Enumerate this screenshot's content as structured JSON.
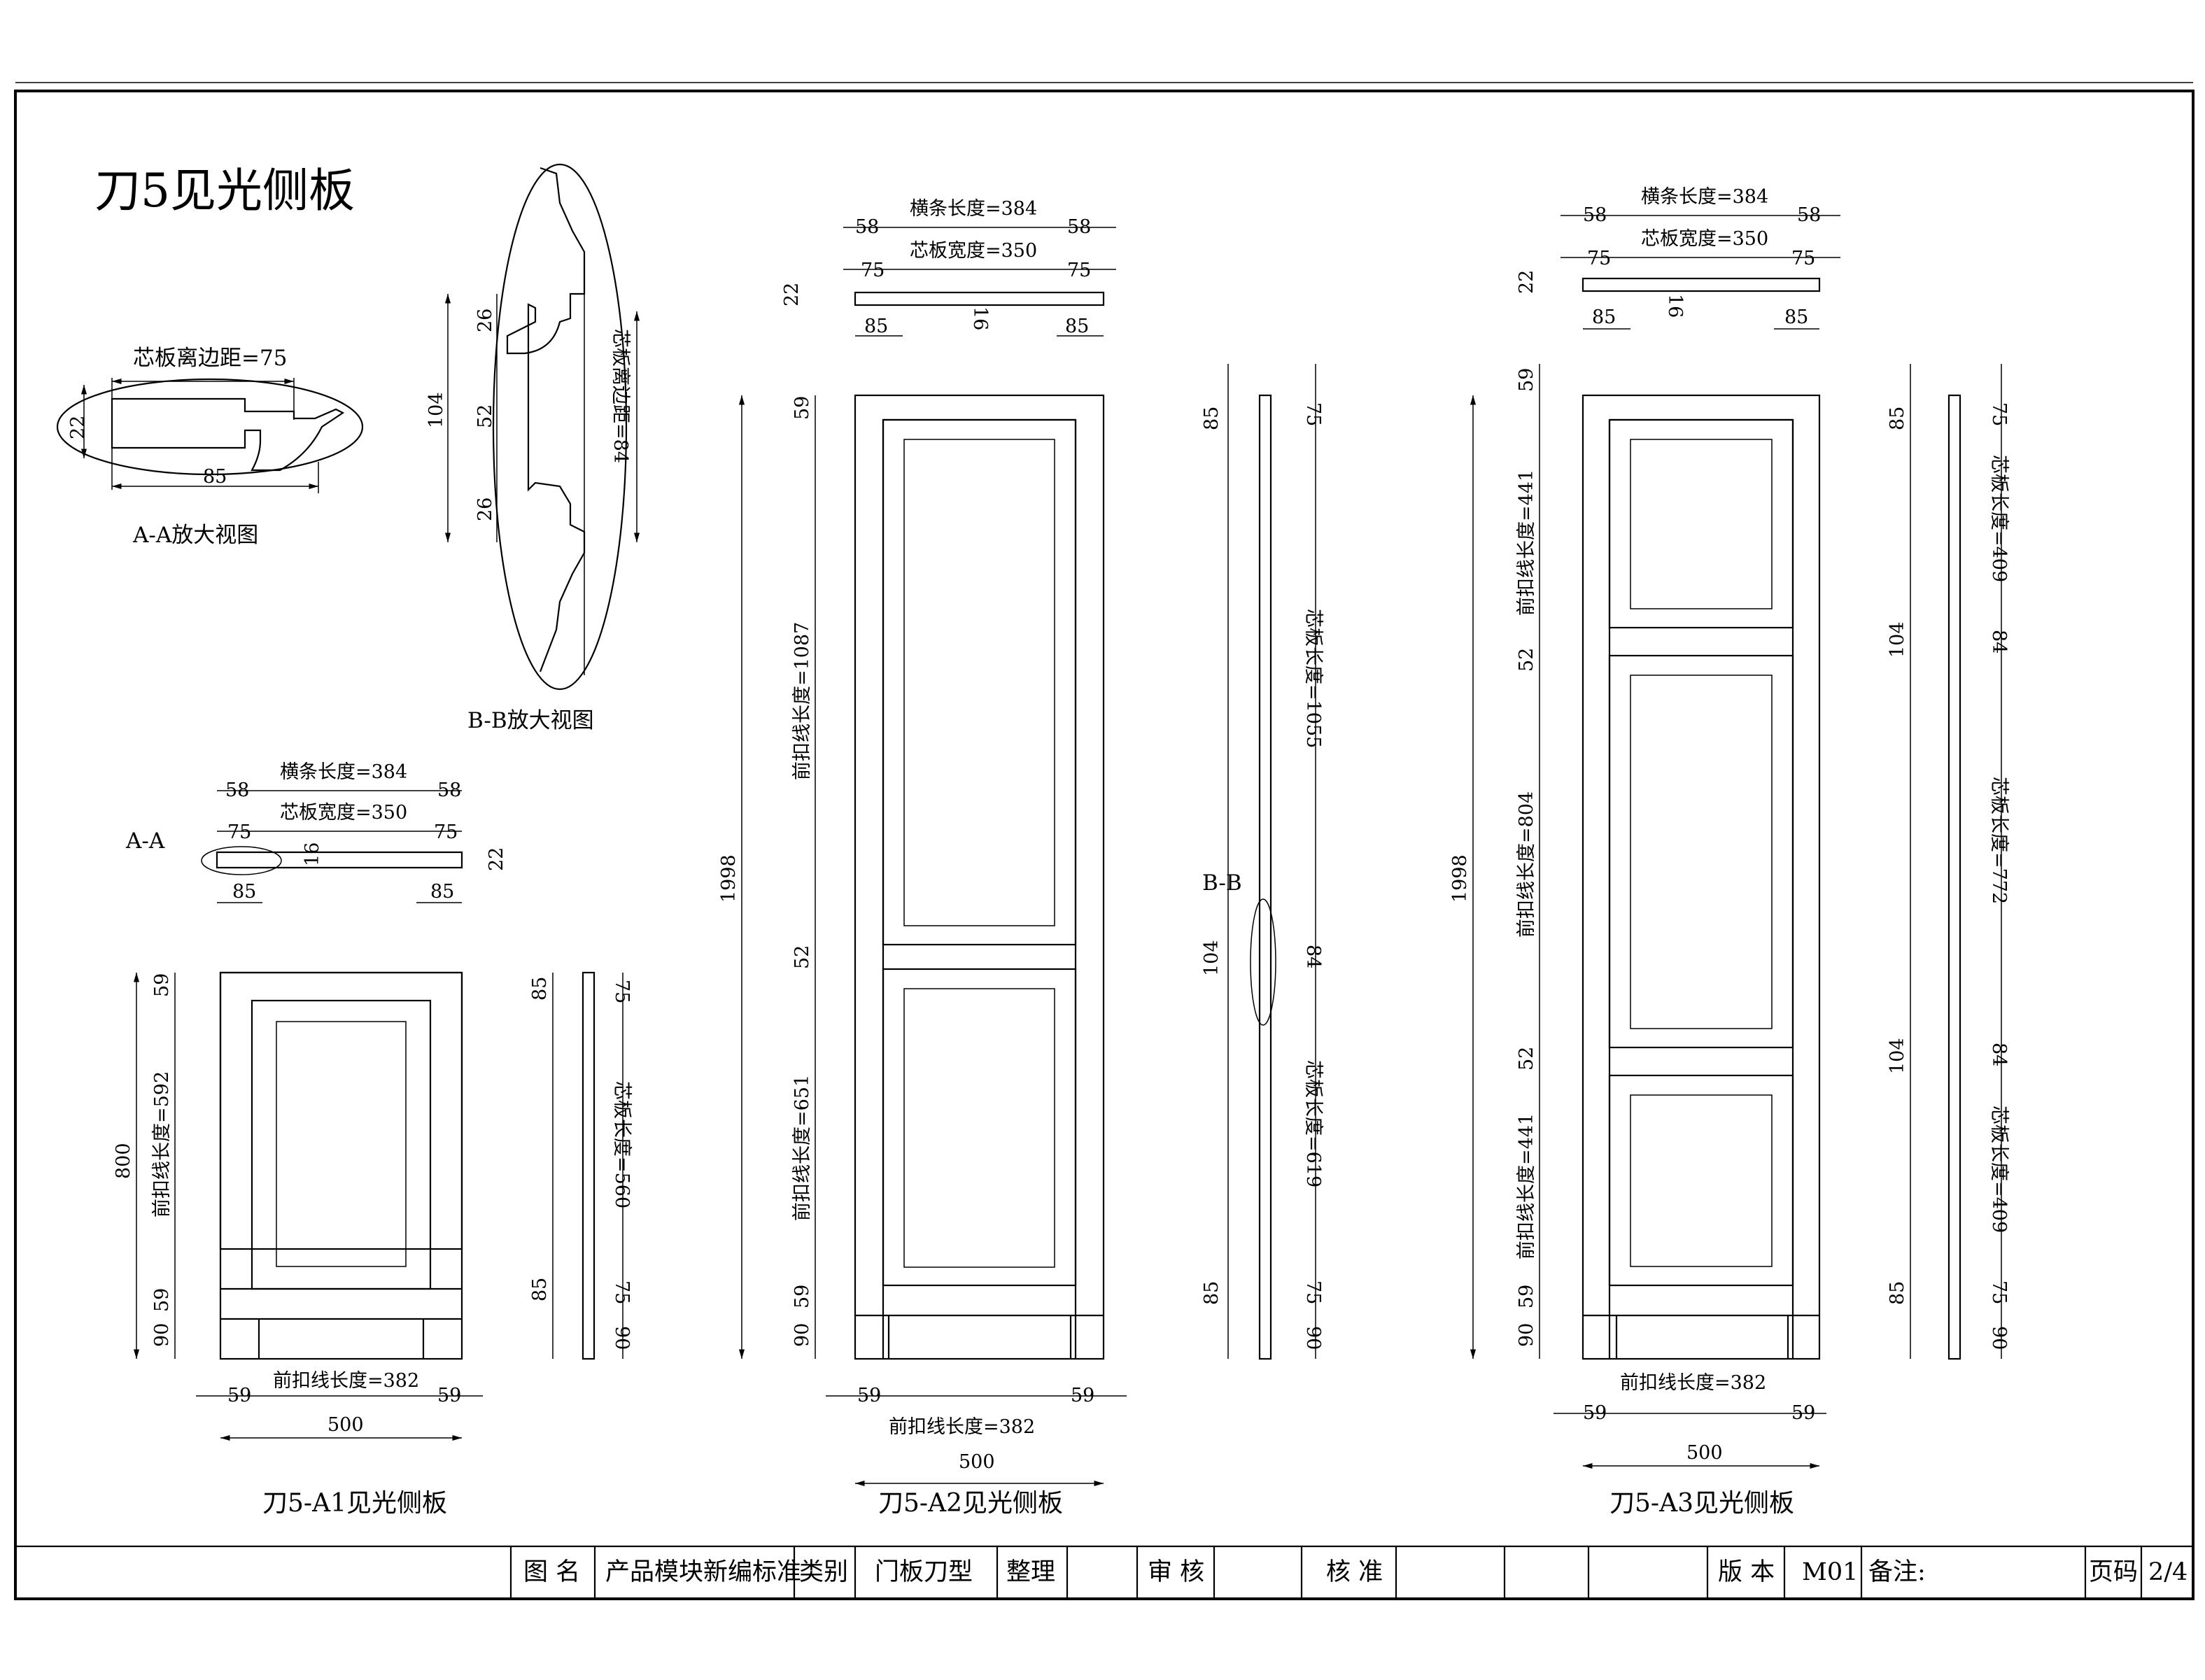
{
  "drawing": {
    "title": "刀5见光侧板",
    "details": {
      "aa_caption": "A-A放大视图",
      "bb_caption": "B-B放大视图",
      "aa_margin": "芯板离边距=75",
      "aa_width": "85",
      "aa_thick": "22",
      "bb_margin": "芯板离边距=84",
      "bb_total": "104",
      "bb_top": "26",
      "bb_mid": "52",
      "bb_bot": "26"
    },
    "sections": {
      "aa_tag": "A-A",
      "bb_tag": "B-B",
      "rail_len": "横条长度=384",
      "panel_w": "芯板宽度=350",
      "n58": "58",
      "n75": "75",
      "n85": "85",
      "n16": "16",
      "n22": "22"
    },
    "a1": {
      "caption": "刀5-A1见光侧板",
      "height": "800",
      "top": "59",
      "line": "前扣线长度=592",
      "bottom": "59",
      "leg": "90",
      "width_line": "前扣线长度=382",
      "stile": "59",
      "width": "500",
      "side_top": "85",
      "side_top2": "75",
      "side_panel": "芯板长度=560",
      "side_bot": "85",
      "side_bot2": "75",
      "side_leg": "90"
    },
    "a2": {
      "caption": "刀5-A2见光侧板",
      "height": "1998",
      "top": "59",
      "line1": "前扣线长度=1087",
      "mid": "52",
      "line2": "前扣线长度=651",
      "bottom": "59",
      "leg": "90",
      "width_line": "前扣线长度=382",
      "stile": "59",
      "width": "500",
      "side_top": "85",
      "side_top2": "75",
      "side_panel1": "芯板长度=1055",
      "side_mid": "104",
      "side_mid2": "84",
      "side_panel2": "芯板长度=619",
      "side_bot": "85",
      "side_bot2": "75",
      "side_leg": "90"
    },
    "a3": {
      "caption": "刀5-A3见光侧板",
      "height": "1998",
      "top": "59",
      "line1": "前扣线长度=441",
      "mid1": "52",
      "line2": "前扣线长度=804",
      "mid2": "52",
      "line3": "前扣线长度=441",
      "bottom": "59",
      "leg": "90",
      "width_line": "前扣线长度=382",
      "stile": "59",
      "width": "500",
      "side_top": "85",
      "side_top2": "75",
      "side_panel1": "芯板长度=409",
      "side_mid": "104",
      "side_mid2": "84",
      "side_panel2": "芯板长度=772",
      "side_panel3": "芯板长度=409",
      "side_bot": "85",
      "side_bot2": "75",
      "side_leg": "90"
    }
  },
  "title_block": {
    "name_label": "图 名",
    "name_value": "产品模块新编标准",
    "category_label": "类别",
    "category_value": "门板刀型",
    "arrange_label": "整理",
    "review_label": "审 核",
    "approve_label": "核 准",
    "version_label": "版 本",
    "version_value": "M01",
    "remark_label": "备注:",
    "page_label": "页码",
    "page_value": "2/4"
  }
}
